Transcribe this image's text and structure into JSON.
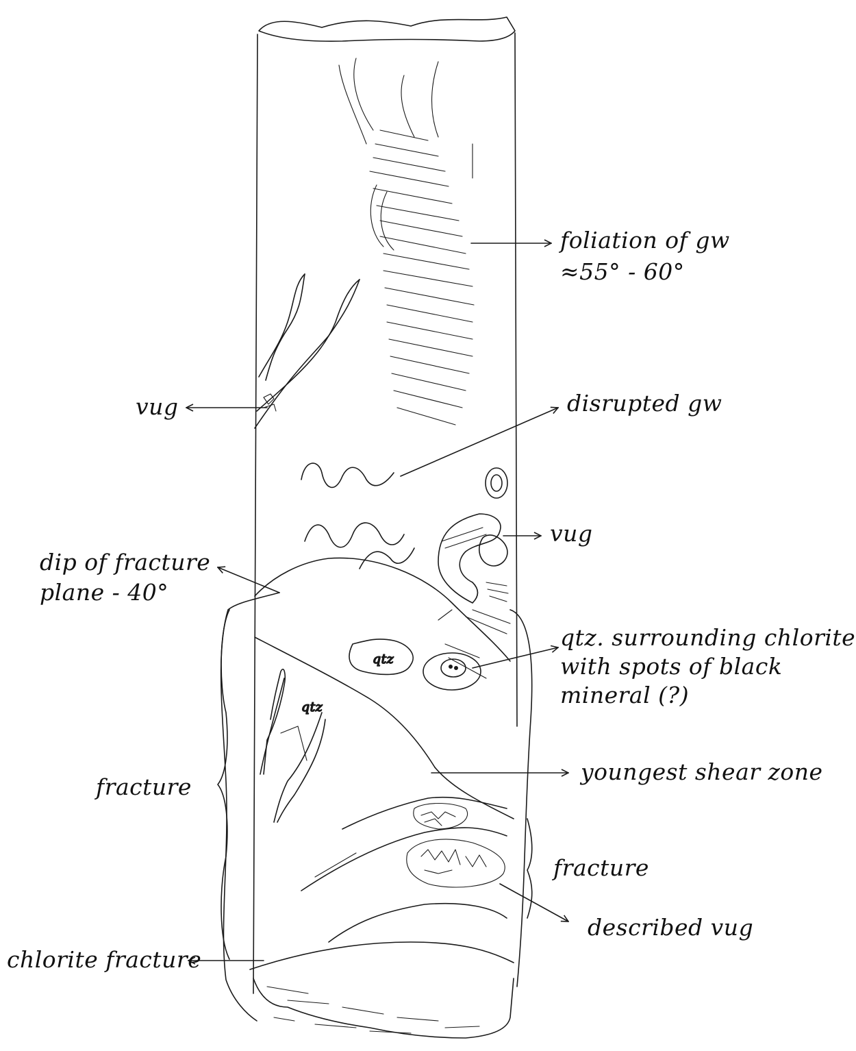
{
  "labels": {
    "foliation_1": "foliation of gw",
    "foliation_2": "≈55° - 60°",
    "vug_left": "vug",
    "disrupted": "disrupted gw",
    "vug_right": "vug",
    "dip_1": "dip of fracture",
    "dip_2": "plane - 40°",
    "qtz_1": "qtz. surrounding chlorite",
    "qtz_2": "with spots of black",
    "qtz_3": "mineral (?)",
    "qtz_blob": "qtz",
    "qtz_vein": "qtz",
    "fracture_left": "fracture",
    "youngest": "youngest shear zone",
    "fracture_right": "fracture",
    "described_vug": "described vug",
    "chlorite_fracture": "chlorite fracture"
  }
}
